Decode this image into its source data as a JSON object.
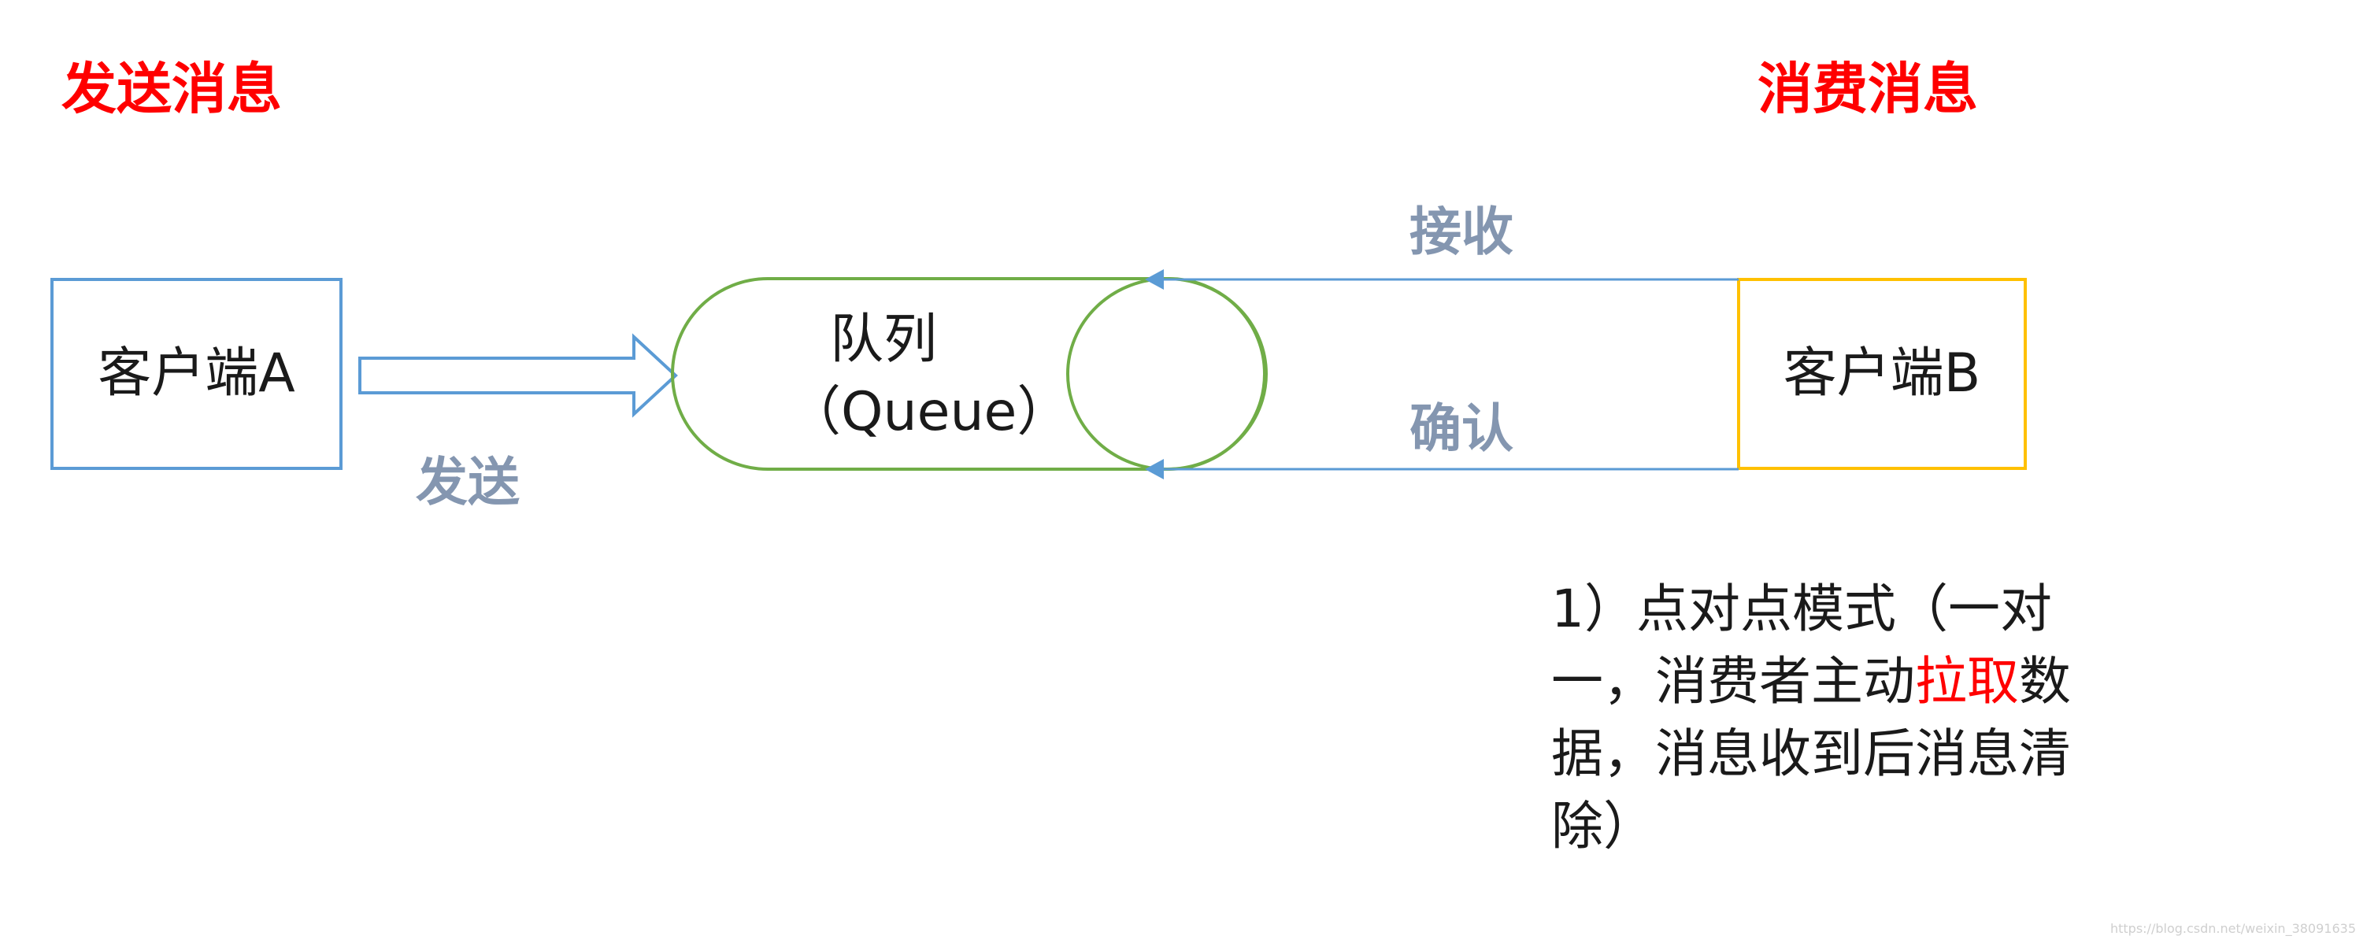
{
  "headings": {
    "send": "发送消息",
    "consume": "消费消息"
  },
  "labels": {
    "send_arrow": "发送",
    "receive": "接收",
    "confirm": "确认"
  },
  "client_a": "客户端A",
  "client_b": "客户端B",
  "queue": {
    "name": "队列",
    "english": "（Queue）"
  },
  "note": {
    "before": "1）点对点模式（一对一，消费者主动",
    "highlight": "拉取",
    "after": "数据，消息收到后消息清除）"
  },
  "watermark": "https://blog.csdn.net/weixin_38091635",
  "colors": {
    "heading_red": "#ff0000",
    "label_gray_blue": "#8496b0",
    "client_a_border": "#5b9bd5",
    "client_b_border": "#ffc000",
    "queue_green": "#70ad47",
    "arrow_blue": "#5b9bd5",
    "highlight_red": "#ff0000"
  }
}
